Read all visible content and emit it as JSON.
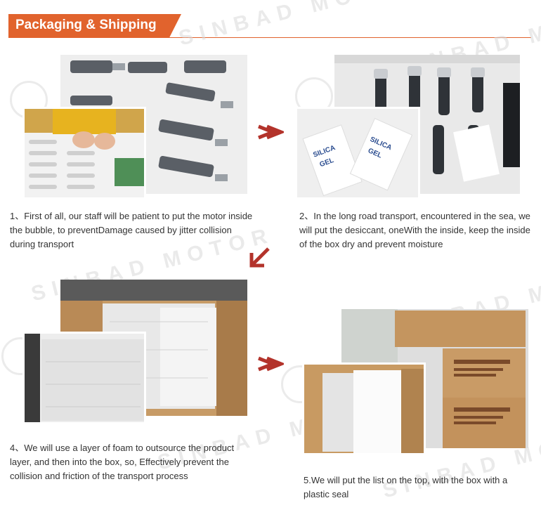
{
  "header": {
    "title": "Packaging & Shipping"
  },
  "watermark": {
    "text": "SINBAD MOTOR"
  },
  "steps": [
    {
      "caption": "1、First of all, our staff will be patient to put the motor inside the bubble, to preventDamage caused by jitter collision during transport"
    },
    {
      "caption": "2、In the long road transport, encountered in the sea, we will put the desiccant, oneWith the inside, keep the inside of the box dry and prevent moisture"
    },
    {
      "caption": "4、We will use a layer of foam to outsource the product layer, and then into the box, so, Effectively prevent the collision and friction of the transport process"
    },
    {
      "caption": "5.We will put the list on the top, with the box with a plastic seal"
    }
  ],
  "packets": {
    "label1": "SILICA GEL",
    "label2": "SILICA GEL"
  },
  "colors": {
    "accent": "#e1632d",
    "arrow": "#b3332b"
  }
}
